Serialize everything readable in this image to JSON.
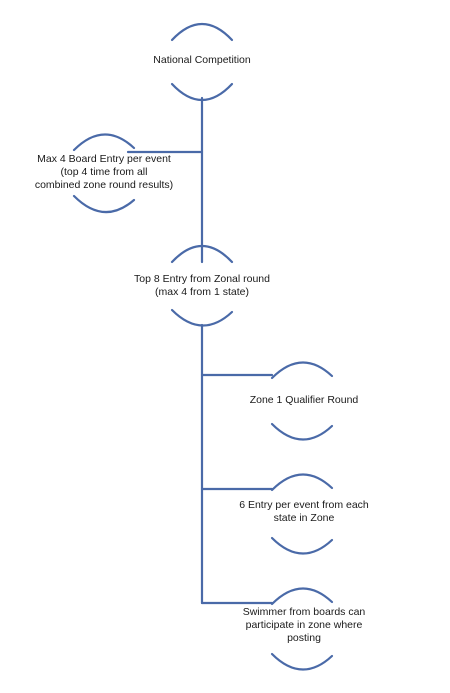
{
  "diagram": {
    "line_color": "#4a6aa8",
    "text_color": "#1a1a1a",
    "nodes": [
      {
        "id": "national",
        "lines": [
          "National  Competition"
        ]
      },
      {
        "id": "board-entry",
        "lines": [
          "Max 4 Board Entry per event",
          "(top 4 time from all",
          "combined zone round results)"
        ]
      },
      {
        "id": "top8",
        "lines": [
          "Top 8 Entry from Zonal round",
          "(max 4 from 1 state)"
        ]
      },
      {
        "id": "zone1",
        "lines": [
          "Zone 1 Qualifier Round"
        ]
      },
      {
        "id": "six-entry",
        "lines": [
          "6 Entry per event from each",
          "state in Zone"
        ]
      },
      {
        "id": "boards-swimmer",
        "lines": [
          "Swimmer from boards can",
          "participate in zone where",
          "posting"
        ]
      }
    ]
  }
}
